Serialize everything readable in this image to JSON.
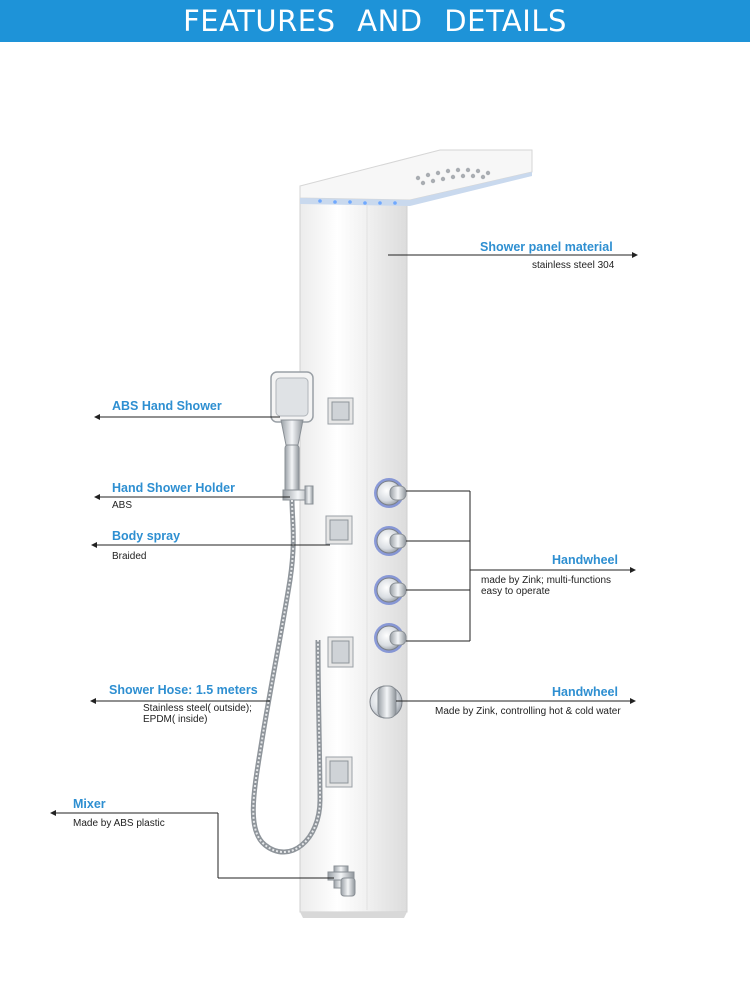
{
  "header": {
    "title": "FEATURES AND DETAILS",
    "bg_color": "#1e93d8"
  },
  "accent_color": "#2e8fd1",
  "product": {
    "icon": "shower-panel-icon"
  },
  "callouts": {
    "panel_material": {
      "title": "Shower panel material",
      "desc": "stainless steel 304"
    },
    "hand_shower": {
      "title": "ABS Hand Shower"
    },
    "holder": {
      "title": "Hand Shower Holder",
      "desc": "ABS"
    },
    "body_spray": {
      "title": "Body spray",
      "desc": "Braided"
    },
    "handwheel_1": {
      "title": "Handwheel",
      "desc_line1": "made by Zink;  multi-functions",
      "desc_line2": "easy to operate"
    },
    "hose": {
      "title": "Shower Hose: 1.5 meters",
      "desc_line1": "Stainless steel( outside);",
      "desc_line2": "EPDM( inside)"
    },
    "handwheel_2": {
      "title": "Handwheel",
      "desc": "Made by Zink, controlling hot & cold water"
    },
    "mixer": {
      "title": "Mixer",
      "desc": "Made by ABS plastic"
    }
  }
}
